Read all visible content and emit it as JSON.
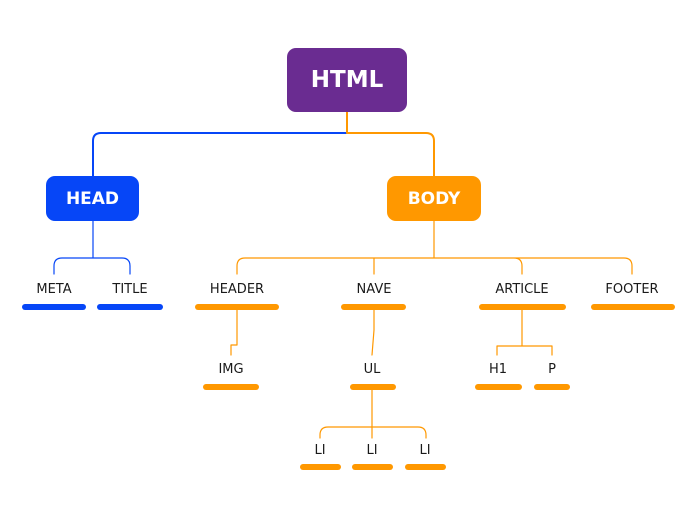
{
  "colors": {
    "html": "#6a2c91",
    "head": "#0646f7",
    "body": "#ff9800",
    "text": "#1a1a1a",
    "background": "#ffffff"
  },
  "nodes": {
    "html": "HTML",
    "head": "HEAD",
    "body": "BODY",
    "meta": "META",
    "title": "TITLE",
    "header": "HEADER",
    "nave": "NAVE",
    "article": "ARTICLE",
    "footer": "FOOTER",
    "img": "IMG",
    "ul": "UL",
    "h1": "H1",
    "p": "P",
    "li_1": "LI",
    "li_2": "LI",
    "li_3": "LI"
  }
}
